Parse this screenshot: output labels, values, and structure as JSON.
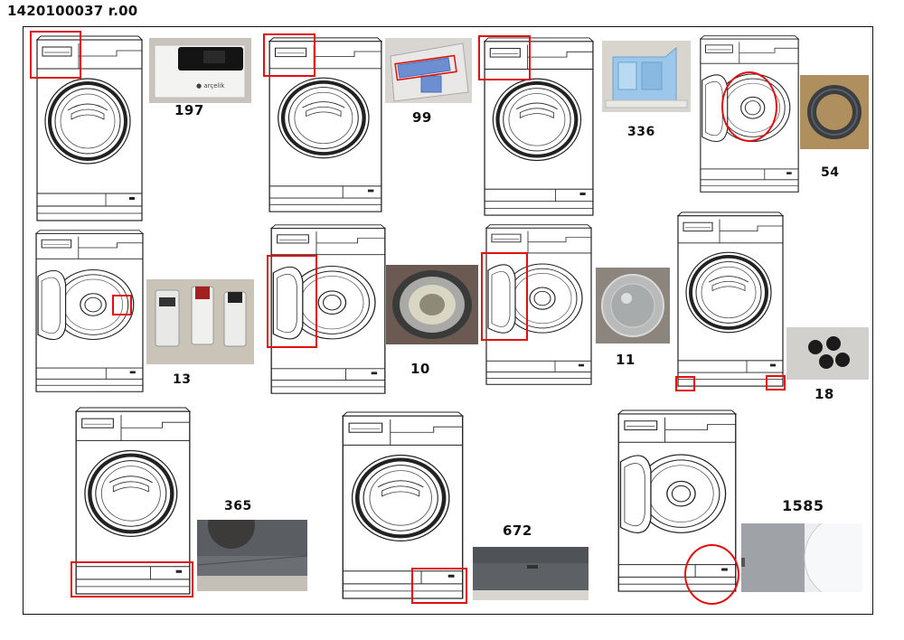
{
  "document_id": "1420100037 r.00",
  "parts": [
    {
      "number": "197",
      "photo": "control-panel-photo"
    },
    {
      "number": "99",
      "photo": "detergent-drawer-photo"
    },
    {
      "number": "336",
      "photo": "dispenser-housing-photo"
    },
    {
      "number": "54",
      "photo": "door-gasket-photo"
    },
    {
      "number": "13",
      "photo": "door-lock-photo"
    },
    {
      "number": "10",
      "photo": "door-frame-photo"
    },
    {
      "number": "11",
      "photo": "door-glass-photo"
    },
    {
      "number": "18",
      "photo": "adjustable-feet-photo"
    },
    {
      "number": "365",
      "photo": "bottom-panel-photo"
    },
    {
      "number": "672",
      "photo": "filter-cover-photo"
    },
    {
      "number": "1585",
      "photo": "service-cover-photo"
    }
  ],
  "colors": {
    "highlight": "#e01010",
    "line": "#222222"
  }
}
